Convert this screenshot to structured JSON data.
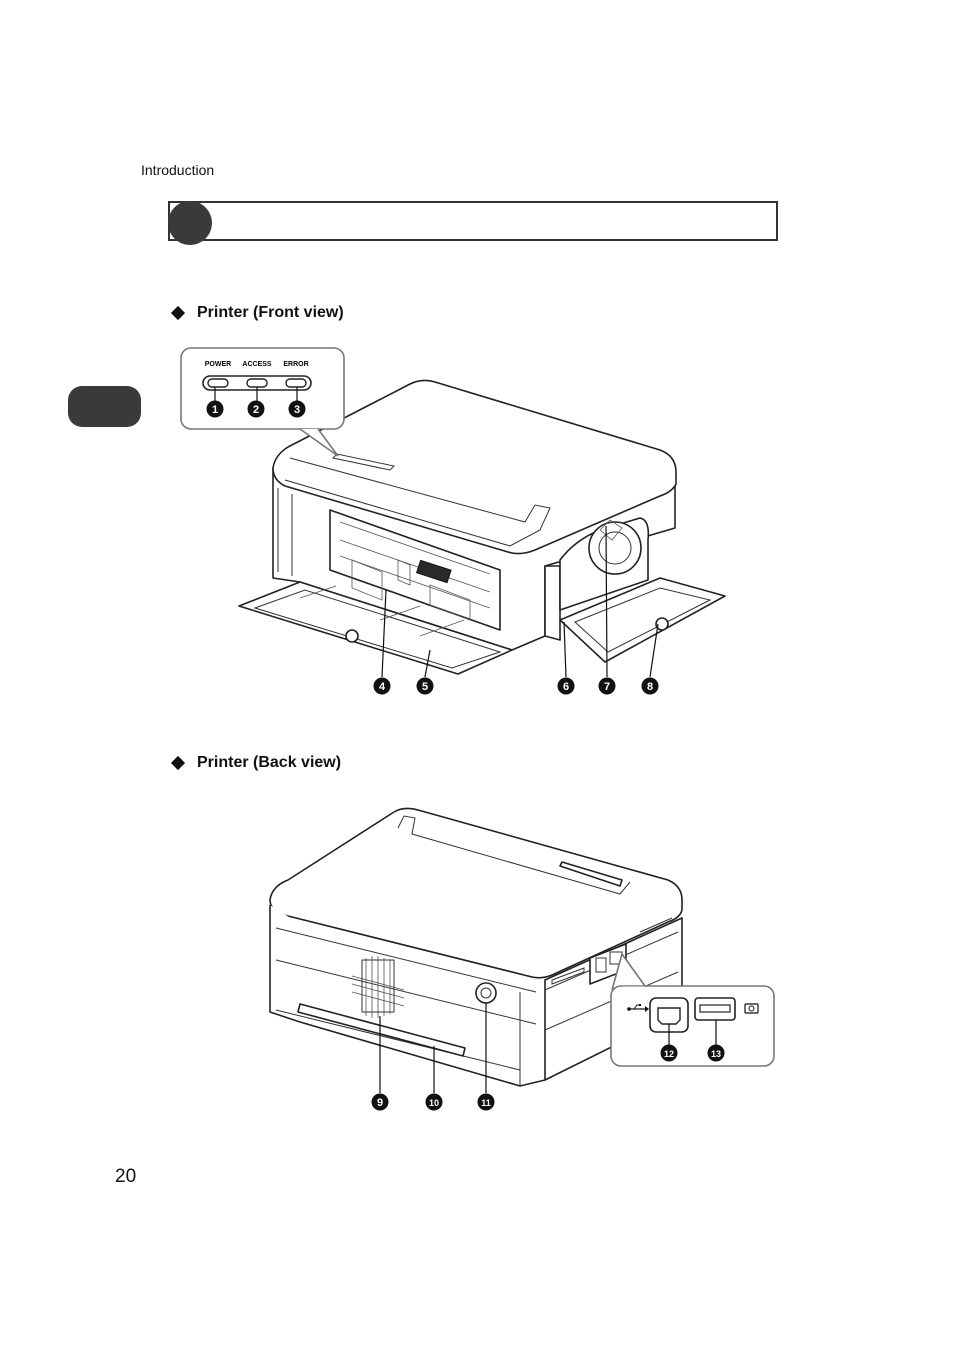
{
  "header": {
    "running_head": "Introduction"
  },
  "chapter_tab": {
    "label": ""
  },
  "front_view": {
    "heading": "Printer (Front view)",
    "led_labels": [
      "POWER",
      "ACCESS",
      "ERROR"
    ],
    "callouts": [
      "1",
      "2",
      "3",
      "4",
      "5",
      "6",
      "7",
      "8"
    ]
  },
  "back_view": {
    "heading": "Printer (Back view)",
    "port_icons": [
      "usb-icon",
      "camera-icon"
    ],
    "callouts": [
      "9",
      "10",
      "11",
      "12",
      "13"
    ]
  },
  "footer": {
    "page_number": "20"
  }
}
